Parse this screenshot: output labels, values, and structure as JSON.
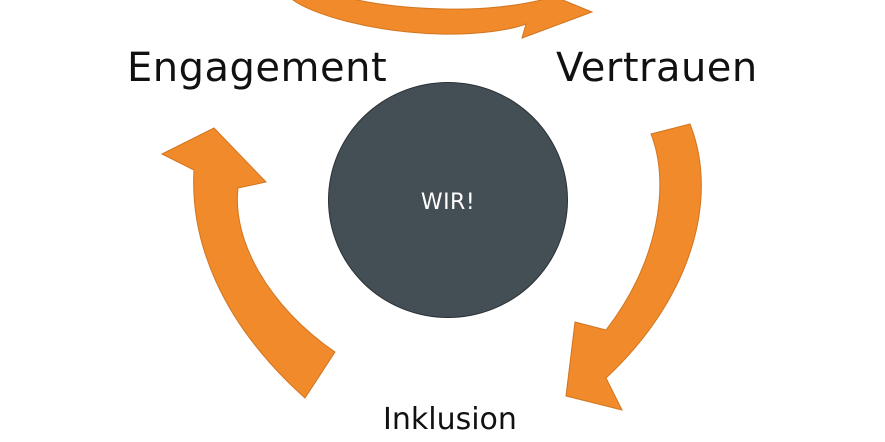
{
  "diagram": {
    "nodes": {
      "engagement": "Engagement",
      "vertrauen": "Vertrauen",
      "inklusion": "Inklusion"
    },
    "center": "WIR!",
    "colors": {
      "arrow": "#f08a2b",
      "arrow_edge": "#c96f1e",
      "circle": "#444e55",
      "text_dark": "#111111",
      "text_light": "#ffffff"
    }
  }
}
